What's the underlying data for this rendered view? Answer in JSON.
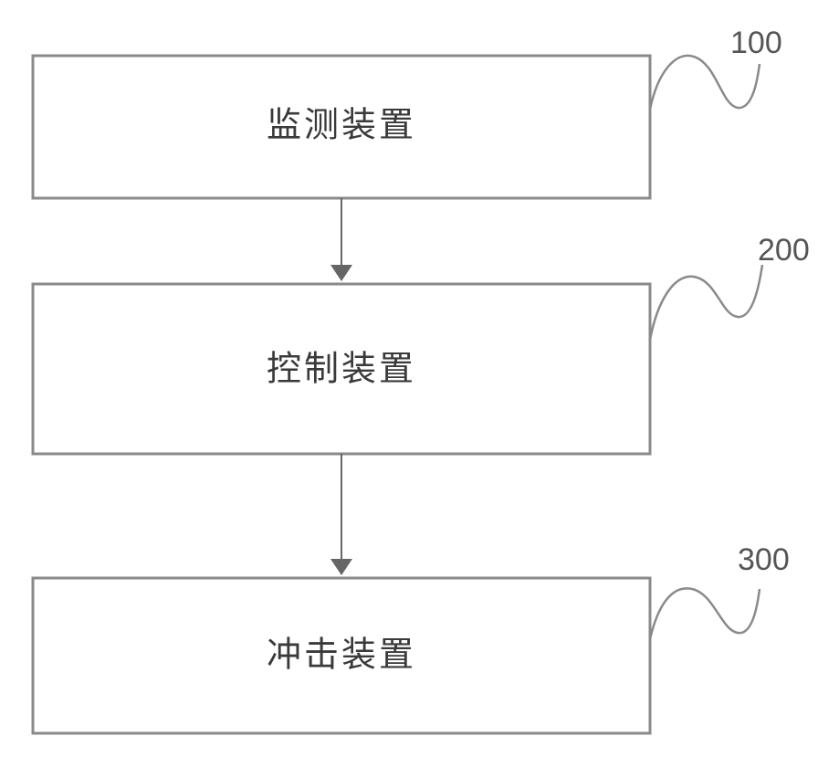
{
  "blocks": [
    {
      "id": "monitoring",
      "label": "监测装置",
      "ref": "100"
    },
    {
      "id": "control",
      "label": "控制装置",
      "ref": "200"
    },
    {
      "id": "impact",
      "label": "冲击装置",
      "ref": "300"
    }
  ],
  "colors": {
    "box_stroke": "#8a8a8a",
    "text": "#3a3a3a",
    "arrow": "#666666"
  }
}
